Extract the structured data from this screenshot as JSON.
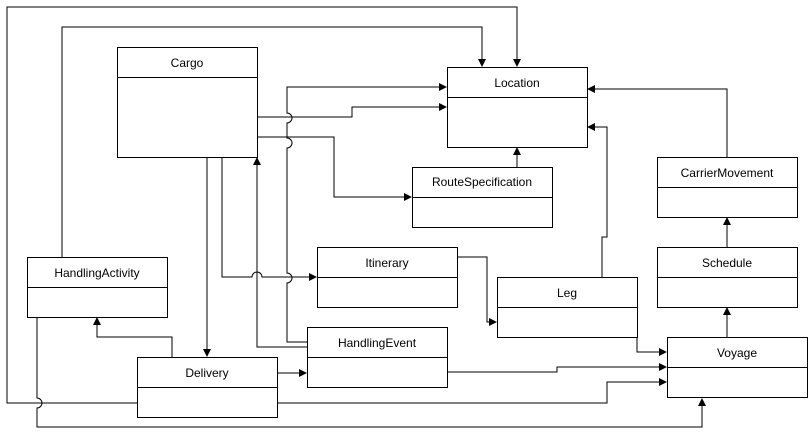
{
  "diagram": {
    "classes": {
      "cargo": "Cargo",
      "location": "Location",
      "route_specification": "RouteSpecification",
      "carrier_movement": "CarrierMovement",
      "schedule": "Schedule",
      "itinerary": "Itinerary",
      "leg": "Leg",
      "handling_activity": "HandlingActivity",
      "handling_event": "HandlingEvent",
      "delivery": "Delivery",
      "voyage": "Voyage"
    }
  },
  "colors": {
    "line": "#000000",
    "fill": "#ffffff"
  }
}
